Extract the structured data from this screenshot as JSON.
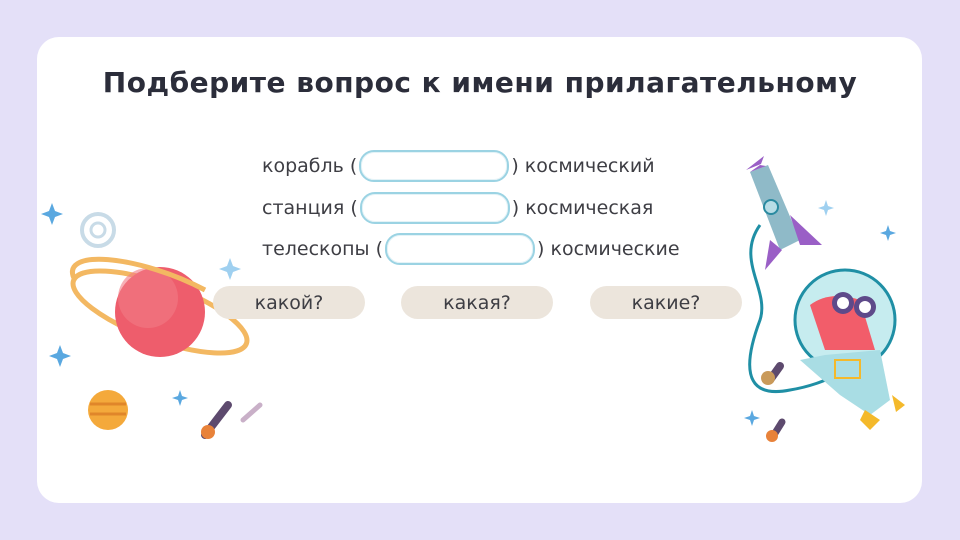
{
  "title": "Подберите вопрос к имени прилагательному",
  "rows": [
    {
      "noun": "корабль (",
      "answer": "",
      "adjective": ") космический"
    },
    {
      "noun": "станция (",
      "answer": "",
      "adjective": ") космическая"
    },
    {
      "noun": "телескопы (",
      "answer": "",
      "adjective": ") космические"
    }
  ],
  "options": [
    "какой?",
    "какая?",
    "какие?"
  ],
  "colors": {
    "background": "#e4e0f8",
    "card": "#ffffff",
    "option_bg": "#ece5dc",
    "blank_border": "#9bd3e3"
  }
}
